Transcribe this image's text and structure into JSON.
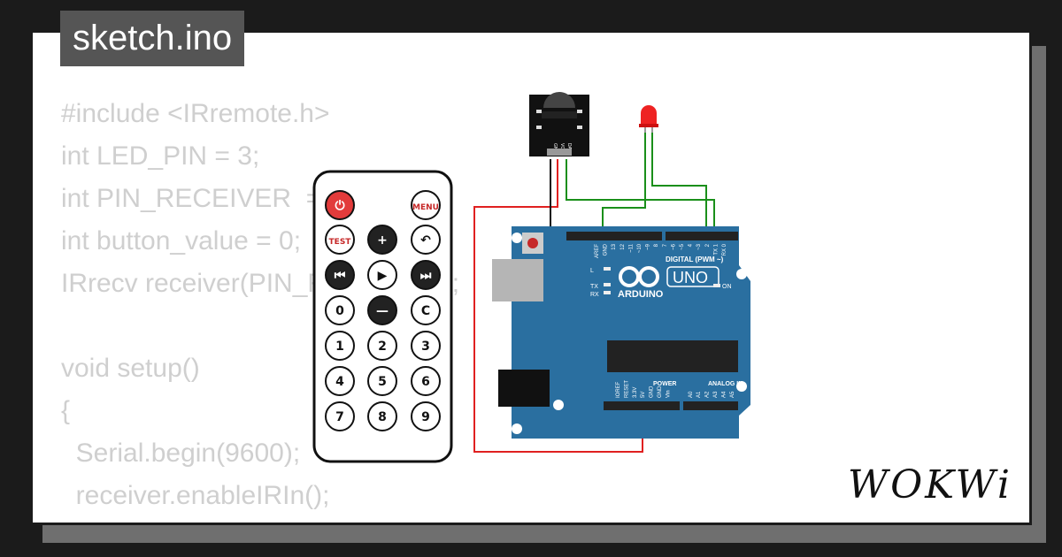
{
  "window": {
    "title": "sketch.ino"
  },
  "code_lines": [
    "#include <IRremote.h>",
    "int LED_PIN = 3;",
    "int PIN_RECEIVER  = 2;",
    "int button_value = 0;",
    "IRrecv receiver(PIN_RECEIVER);",
    "",
    "void setup()",
    "{",
    "  Serial.begin(9600);",
    "  receiver.enableIRIn();",
    "}"
  ],
  "remote": {
    "buttons": [
      {
        "label": "",
        "icon": "power-icon",
        "color": "#e23b3b"
      },
      {
        "label": "MENU",
        "icon": "",
        "color": "#ffffff"
      },
      {
        "label": "TEST",
        "icon": "",
        "color": "#ffffff"
      },
      {
        "label": "",
        "icon": "plus-icon",
        "color": "#222222"
      },
      {
        "label": "",
        "icon": "back-icon",
        "color": "#ffffff"
      },
      {
        "label": "",
        "icon": "prev-icon",
        "color": "#222222"
      },
      {
        "label": "",
        "icon": "play-icon",
        "color": "#ffffff"
      },
      {
        "label": "",
        "icon": "next-icon",
        "color": "#222222"
      },
      {
        "label": "0",
        "icon": "",
        "color": "#ffffff"
      },
      {
        "label": "",
        "icon": "minus-icon",
        "color": "#222222"
      },
      {
        "label": "C",
        "icon": "",
        "color": "#ffffff"
      },
      {
        "label": "1",
        "icon": "",
        "color": "#ffffff"
      },
      {
        "label": "2",
        "icon": "",
        "color": "#ffffff"
      },
      {
        "label": "3",
        "icon": "",
        "color": "#ffffff"
      },
      {
        "label": "4",
        "icon": "",
        "color": "#ffffff"
      },
      {
        "label": "5",
        "icon": "",
        "color": "#ffffff"
      },
      {
        "label": "6",
        "icon": "",
        "color": "#ffffff"
      },
      {
        "label": "7",
        "icon": "",
        "color": "#ffffff"
      },
      {
        "label": "8",
        "icon": "",
        "color": "#ffffff"
      },
      {
        "label": "9",
        "icon": "",
        "color": "#ffffff"
      }
    ]
  },
  "ir_receiver": {
    "pins": [
      "GND",
      "VCC",
      "DAT"
    ]
  },
  "arduino": {
    "brand": "ARDUINO",
    "model": "UNO",
    "digital_label": "DIGITAL (PWM ~)",
    "top_pins": [
      "AREF",
      "GND",
      "13",
      "12",
      "~11",
      "~10",
      "~9",
      "8",
      "7",
      "~6",
      "~5",
      "4",
      "~3",
      "2",
      "TX 1",
      "RX 0"
    ],
    "power_label": "POWER",
    "analog_label": "ANALOG IN",
    "bottom_pins": [
      "IOREF",
      "RESET",
      "3.3V",
      "5V",
      "GND",
      "GND",
      "Vin",
      "A0",
      "A1",
      "A2",
      "A3",
      "A4",
      "A5"
    ],
    "led_labels": [
      "L",
      "TX",
      "RX"
    ],
    "on_label": "ON"
  },
  "colors": {
    "board": "#2a6fa0",
    "wire_green": "#1a8f1a",
    "wire_red": "#e02020",
    "led": "#ee2222"
  },
  "brand": {
    "name": "WOKWi"
  }
}
